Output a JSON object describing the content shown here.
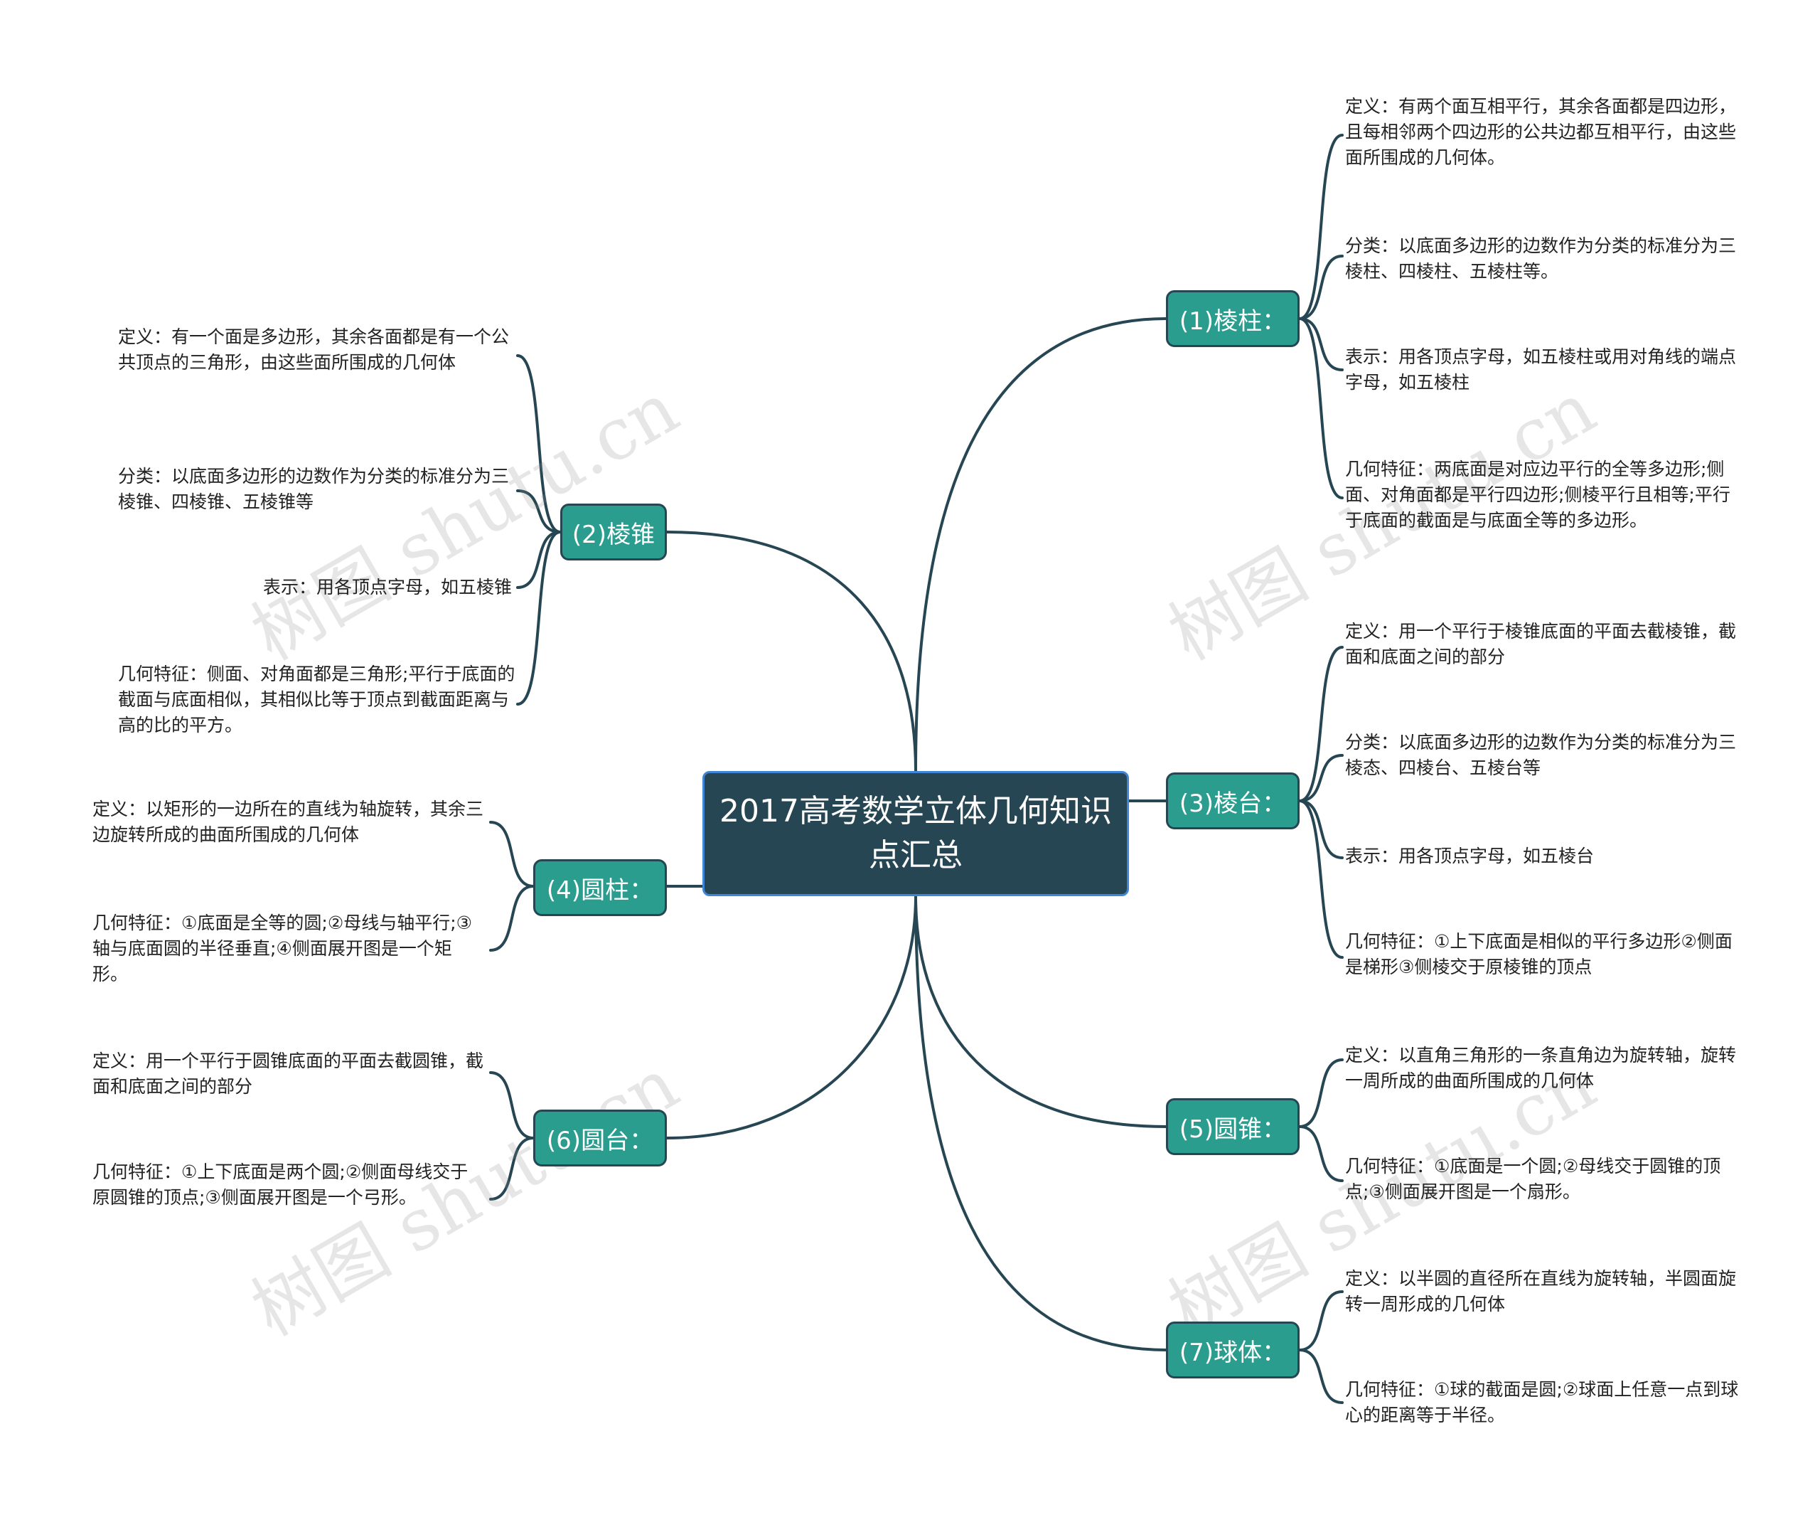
{
  "root": {
    "title": "2017高考数学立体几何知识点汇总"
  },
  "watermark": "树图 shutu.cn",
  "colors": {
    "line": "#264653",
    "branch": "#2a9d8f",
    "root": "#264653",
    "root_border": "#3f86d6"
  },
  "branches": [
    {
      "label": "(1)棱柱：",
      "leaves": [
        "定义：有两个面互相平行，其余各面都是四边形，且每相邻两个四边形的公共边都互相平行，由这些面所围成的几何体。",
        "分类：以底面多边形的边数作为分类的标准分为三棱柱、四棱柱、五棱柱等。",
        "表示：用各顶点字母，如五棱柱或用对角线的端点字母，如五棱柱",
        "几何特征：两底面是对应边平行的全等多边形;侧面、对角面都是平行四边形;侧棱平行且相等;平行于底面的截面是与底面全等的多边形。"
      ]
    },
    {
      "label": "(2)棱锥",
      "leaves": [
        "定义：有一个面是多边形，其余各面都是有一个公共顶点的三角形，由这些面所围成的几何体",
        "分类：以底面多边形的边数作为分类的标准分为三棱锥、四棱锥、五棱锥等",
        "表示：用各顶点字母，如五棱锥",
        "几何特征：侧面、对角面都是三角形;平行于底面的截面与底面相似，其相似比等于顶点到截面距离与高的比的平方。"
      ]
    },
    {
      "label": "(3)棱台：",
      "leaves": [
        "定义：用一个平行于棱锥底面的平面去截棱锥，截面和底面之间的部分",
        "分类：以底面多边形的边数作为分类的标准分为三棱态、四棱台、五棱台等",
        "表示：用各顶点字母，如五棱台",
        "几何特征：①上下底面是相似的平行多边形②侧面是梯形③侧棱交于原棱锥的顶点"
      ]
    },
    {
      "label": "(4)圆柱：",
      "leaves": [
        "定义：以矩形的一边所在的直线为轴旋转，其余三边旋转所成的曲面所围成的几何体",
        "几何特征：①底面是全等的圆;②母线与轴平行;③轴与底面圆的半径垂直;④侧面展开图是一个矩形。"
      ]
    },
    {
      "label": "(5)圆锥：",
      "leaves": [
        "定义：以直角三角形的一条直角边为旋转轴，旋转一周所成的曲面所围成的几何体",
        "几何特征：①底面是一个圆;②母线交于圆锥的顶点;③侧面展开图是一个扇形。"
      ]
    },
    {
      "label": "(6)圆台：",
      "leaves": [
        "定义：用一个平行于圆锥底面的平面去截圆锥，截面和底面之间的部分",
        "几何特征：①上下底面是两个圆;②侧面母线交于原圆锥的顶点;③侧面展开图是一个弓形。"
      ]
    },
    {
      "label": "(7)球体：",
      "leaves": [
        "定义：以半圆的直径所在直线为旋转轴，半圆面旋转一周形成的几何体",
        "几何特征：①球的截面是圆;②球面上任意一点到球心的距离等于半径。"
      ]
    }
  ]
}
